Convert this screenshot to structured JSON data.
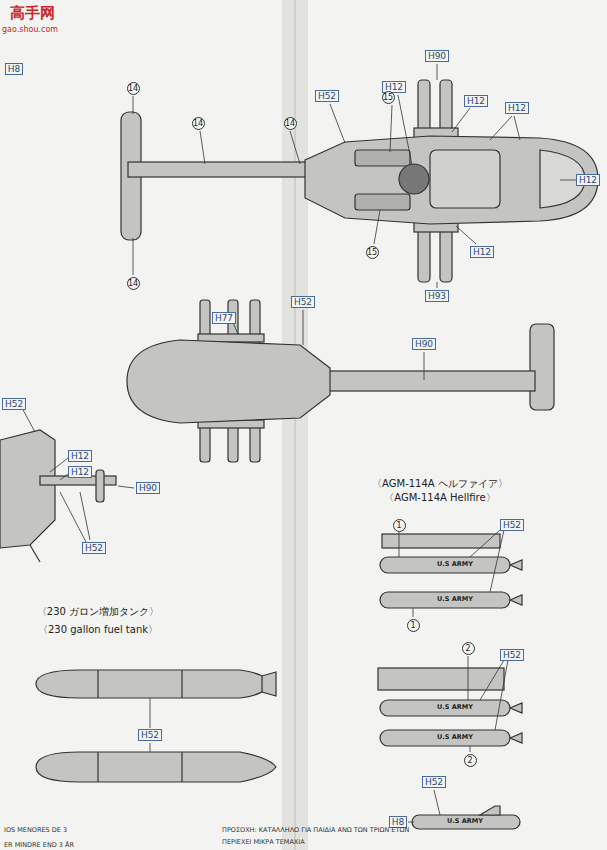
{
  "diagram": {
    "labels": [
      "高手网",
      "gao.shou.com",
      "H8",
      "14",
      "14",
      "14",
      "14",
      "H52",
      "H12",
      "H90",
      "H12",
      "H12",
      "15",
      "H12",
      "15",
      "H12",
      "H93",
      "H77",
      "H52",
      "H90",
      "H52",
      "H12",
      "H12",
      "H90",
      "H52",
      "〈AGM-114A ヘルファイア〉",
      "〈AGM-114A Hellfire〉",
      "〈230 ガロン増加タンク〉",
      "〈230 gallon fuel tank〉",
      "1",
      "H52",
      "U.S ARMY",
      "U.S ARMY",
      "1",
      "2",
      "H52",
      "U.S ARMY",
      "U.S ARMY",
      "2",
      "H52",
      "H8",
      "U.S ARMY",
      "H52",
      "IOS MENORES DE 3",
      "ΠΡΟΣΟΧΗ: ΚΑΤΑΛΛΗΛΟ ΓΙΑ ΠΑΙΔΙΑ ΑΝΩ ΤΩΝ ΤΡΙΩΝ ΕΤΩΝ",
      "ΠΕΡΙΕΧΕΙ ΜΙΚΡΑ ΤΕΜΑΧΙΑ",
      "ER MINDRE END 3 ÅR"
    ]
  }
}
